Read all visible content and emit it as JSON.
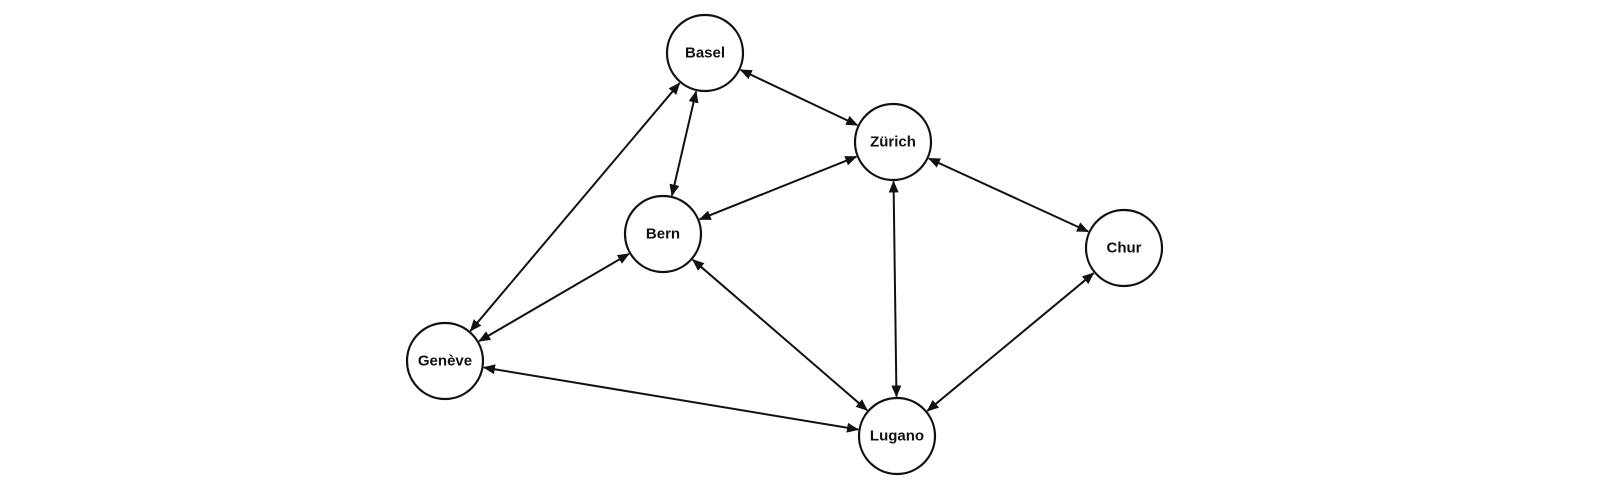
{
  "graph": {
    "nodes": [
      {
        "id": "basel",
        "label": "Basel"
      },
      {
        "id": "zurich",
        "label": "Zürich"
      },
      {
        "id": "bern",
        "label": "Bern"
      },
      {
        "id": "chur",
        "label": "Chur"
      },
      {
        "id": "geneve",
        "label": "Genève"
      },
      {
        "id": "lugano",
        "label": "Lugano"
      }
    ],
    "edges": [
      {
        "from": "basel",
        "to": "zurich",
        "direction": "both"
      },
      {
        "from": "basel",
        "to": "bern",
        "direction": "both"
      },
      {
        "from": "basel",
        "to": "geneve",
        "direction": "both"
      },
      {
        "from": "zurich",
        "to": "bern",
        "direction": "both"
      },
      {
        "from": "zurich",
        "to": "chur",
        "direction": "both"
      },
      {
        "from": "zurich",
        "to": "lugano",
        "direction": "both"
      },
      {
        "from": "bern",
        "to": "geneve",
        "direction": "both"
      },
      {
        "from": "bern",
        "to": "lugano",
        "direction": "both"
      },
      {
        "from": "chur",
        "to": "lugano",
        "direction": "both"
      },
      {
        "from": "geneve",
        "to": "lugano",
        "direction": "both"
      }
    ]
  }
}
